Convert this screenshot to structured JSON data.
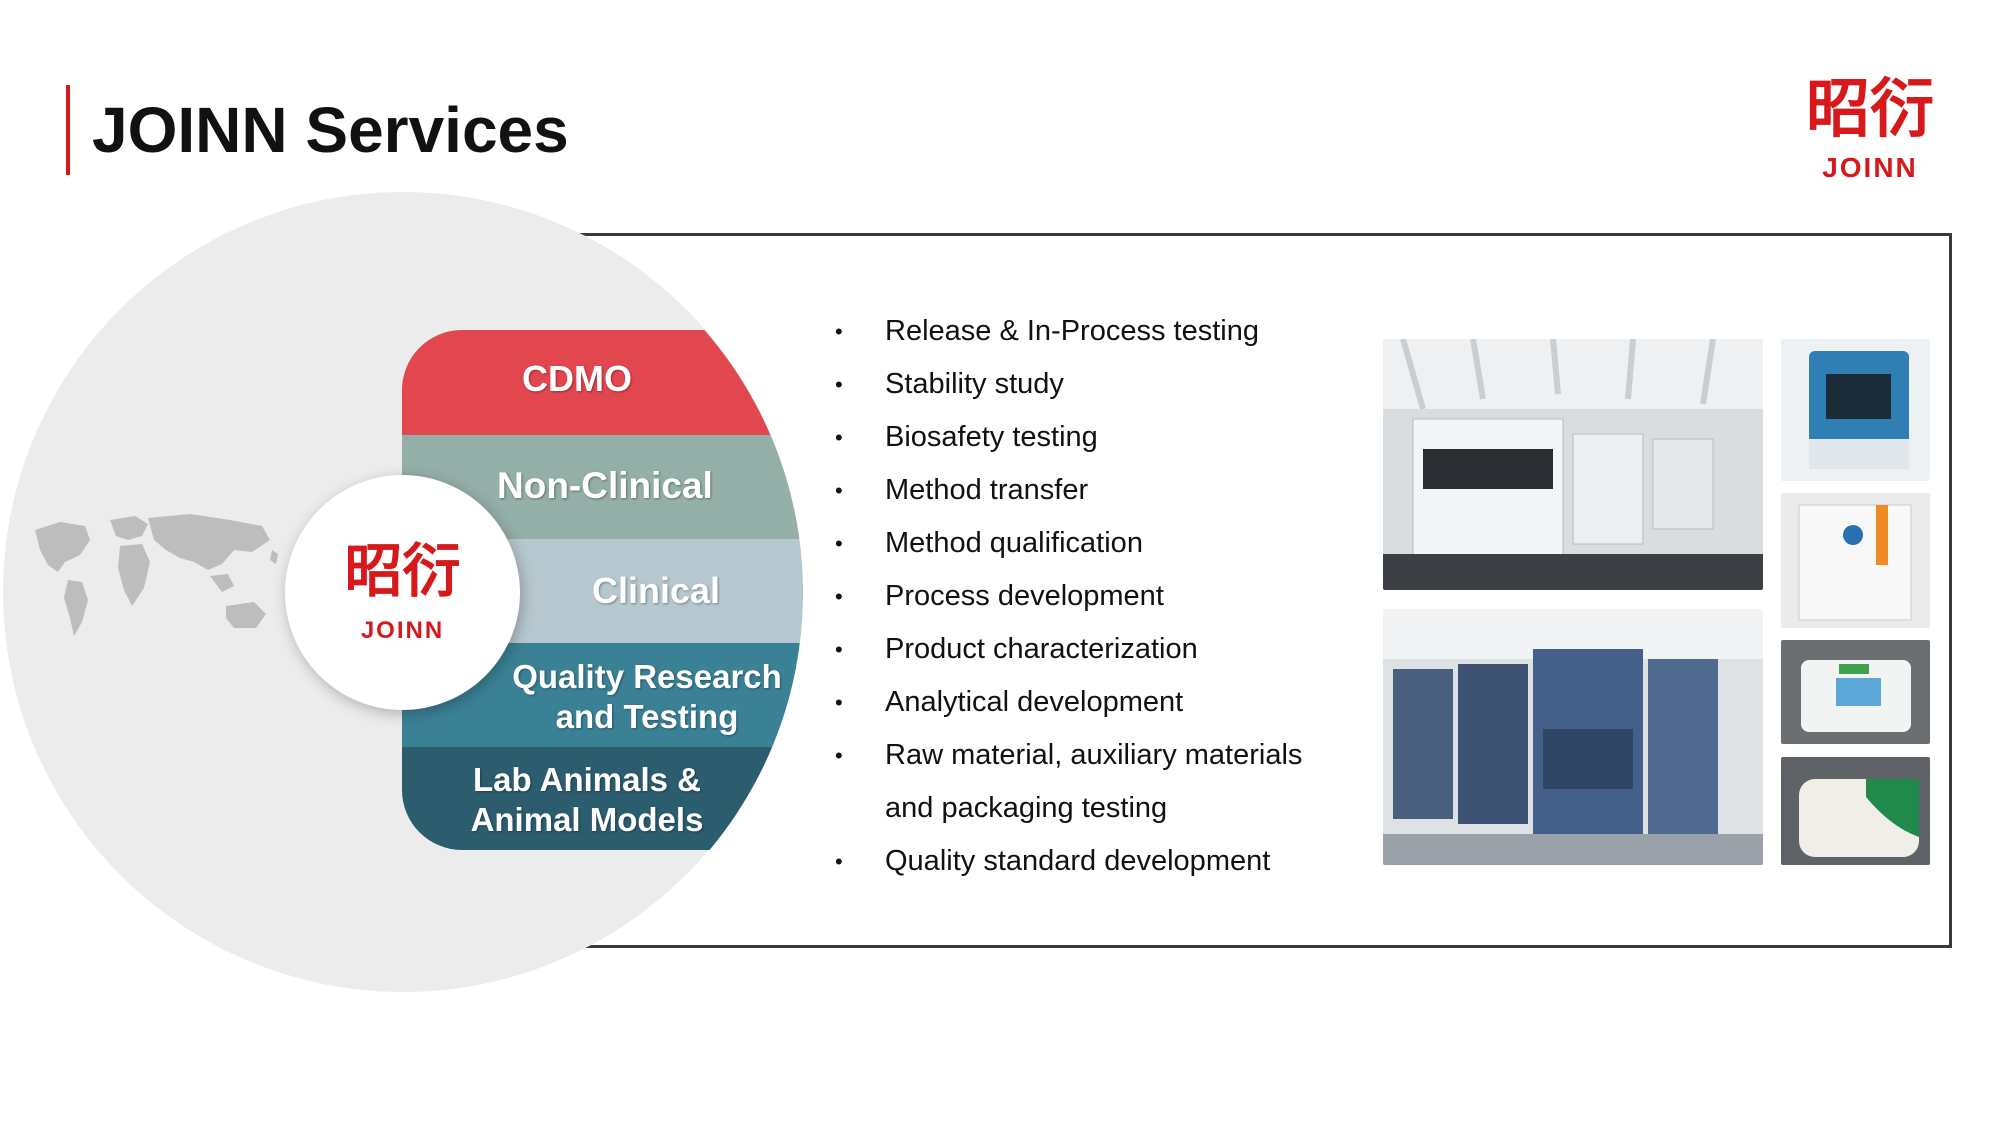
{
  "header": {
    "title": "JOINN Services",
    "logo_cn": "昭衍",
    "logo_en": "JOINN"
  },
  "diagram": {
    "layers": [
      {
        "label": "CDMO",
        "color": "#e2474f"
      },
      {
        "label": "Non-Clinical",
        "color": "#94aea8"
      },
      {
        "label": "Clinical",
        "color": "#b7c7cf"
      },
      {
        "label": "Quality Research and Testing",
        "color": "#3b8196"
      },
      {
        "label": "Lab Animals & Animal Models",
        "color": "#2c5d6f"
      }
    ],
    "center_logo_cn": "昭衍",
    "center_logo_en": "JOINN"
  },
  "services": [
    "Release & In-Process testing",
    "Stability study",
    "Biosafety testing",
    "Method transfer",
    "Method qualification",
    "Process development",
    "Product characterization",
    "Analytical development",
    "Raw material, auxiliary materials",
    "and packaging testing",
    "Quality standard development"
  ],
  "colors": {
    "brand_red": "#d7191c",
    "frame_border": "#3a3a3a",
    "circle_bg": "#ececec"
  },
  "icons": {
    "world_map": "world-map-icon"
  }
}
